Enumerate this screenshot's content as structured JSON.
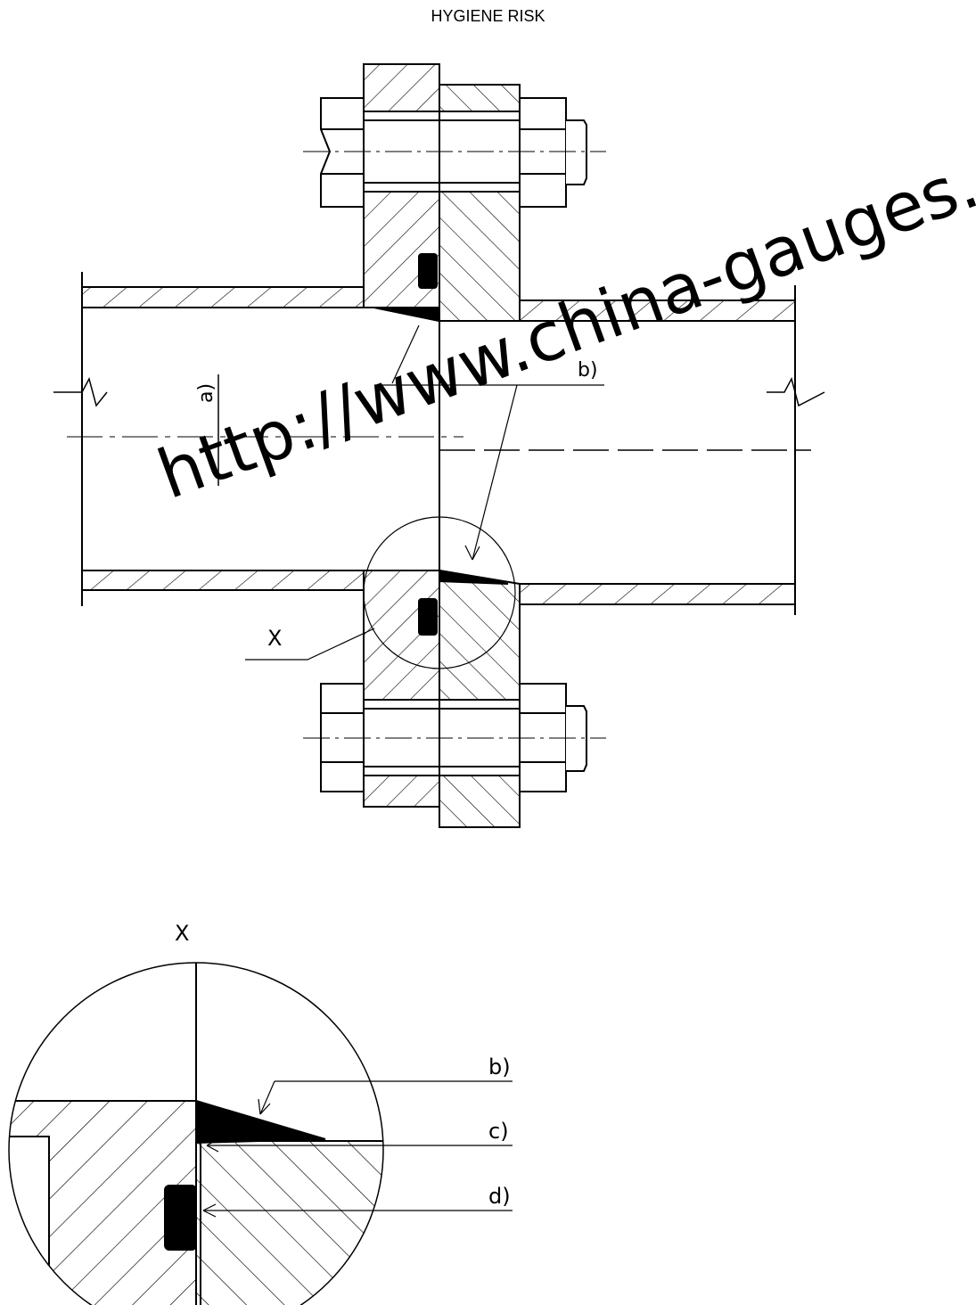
{
  "header": {
    "title": "HYGIENE RISK"
  },
  "labels": {
    "a": "a)",
    "b": "b)",
    "x": "X",
    "detail_title": "X",
    "detail_b": "b)",
    "detail_c": "c)",
    "detail_d": "d)"
  },
  "watermark": {
    "text": "http://www.china-gauges.com/"
  },
  "colors": {
    "line": "#000000",
    "background": "#ffffff"
  }
}
